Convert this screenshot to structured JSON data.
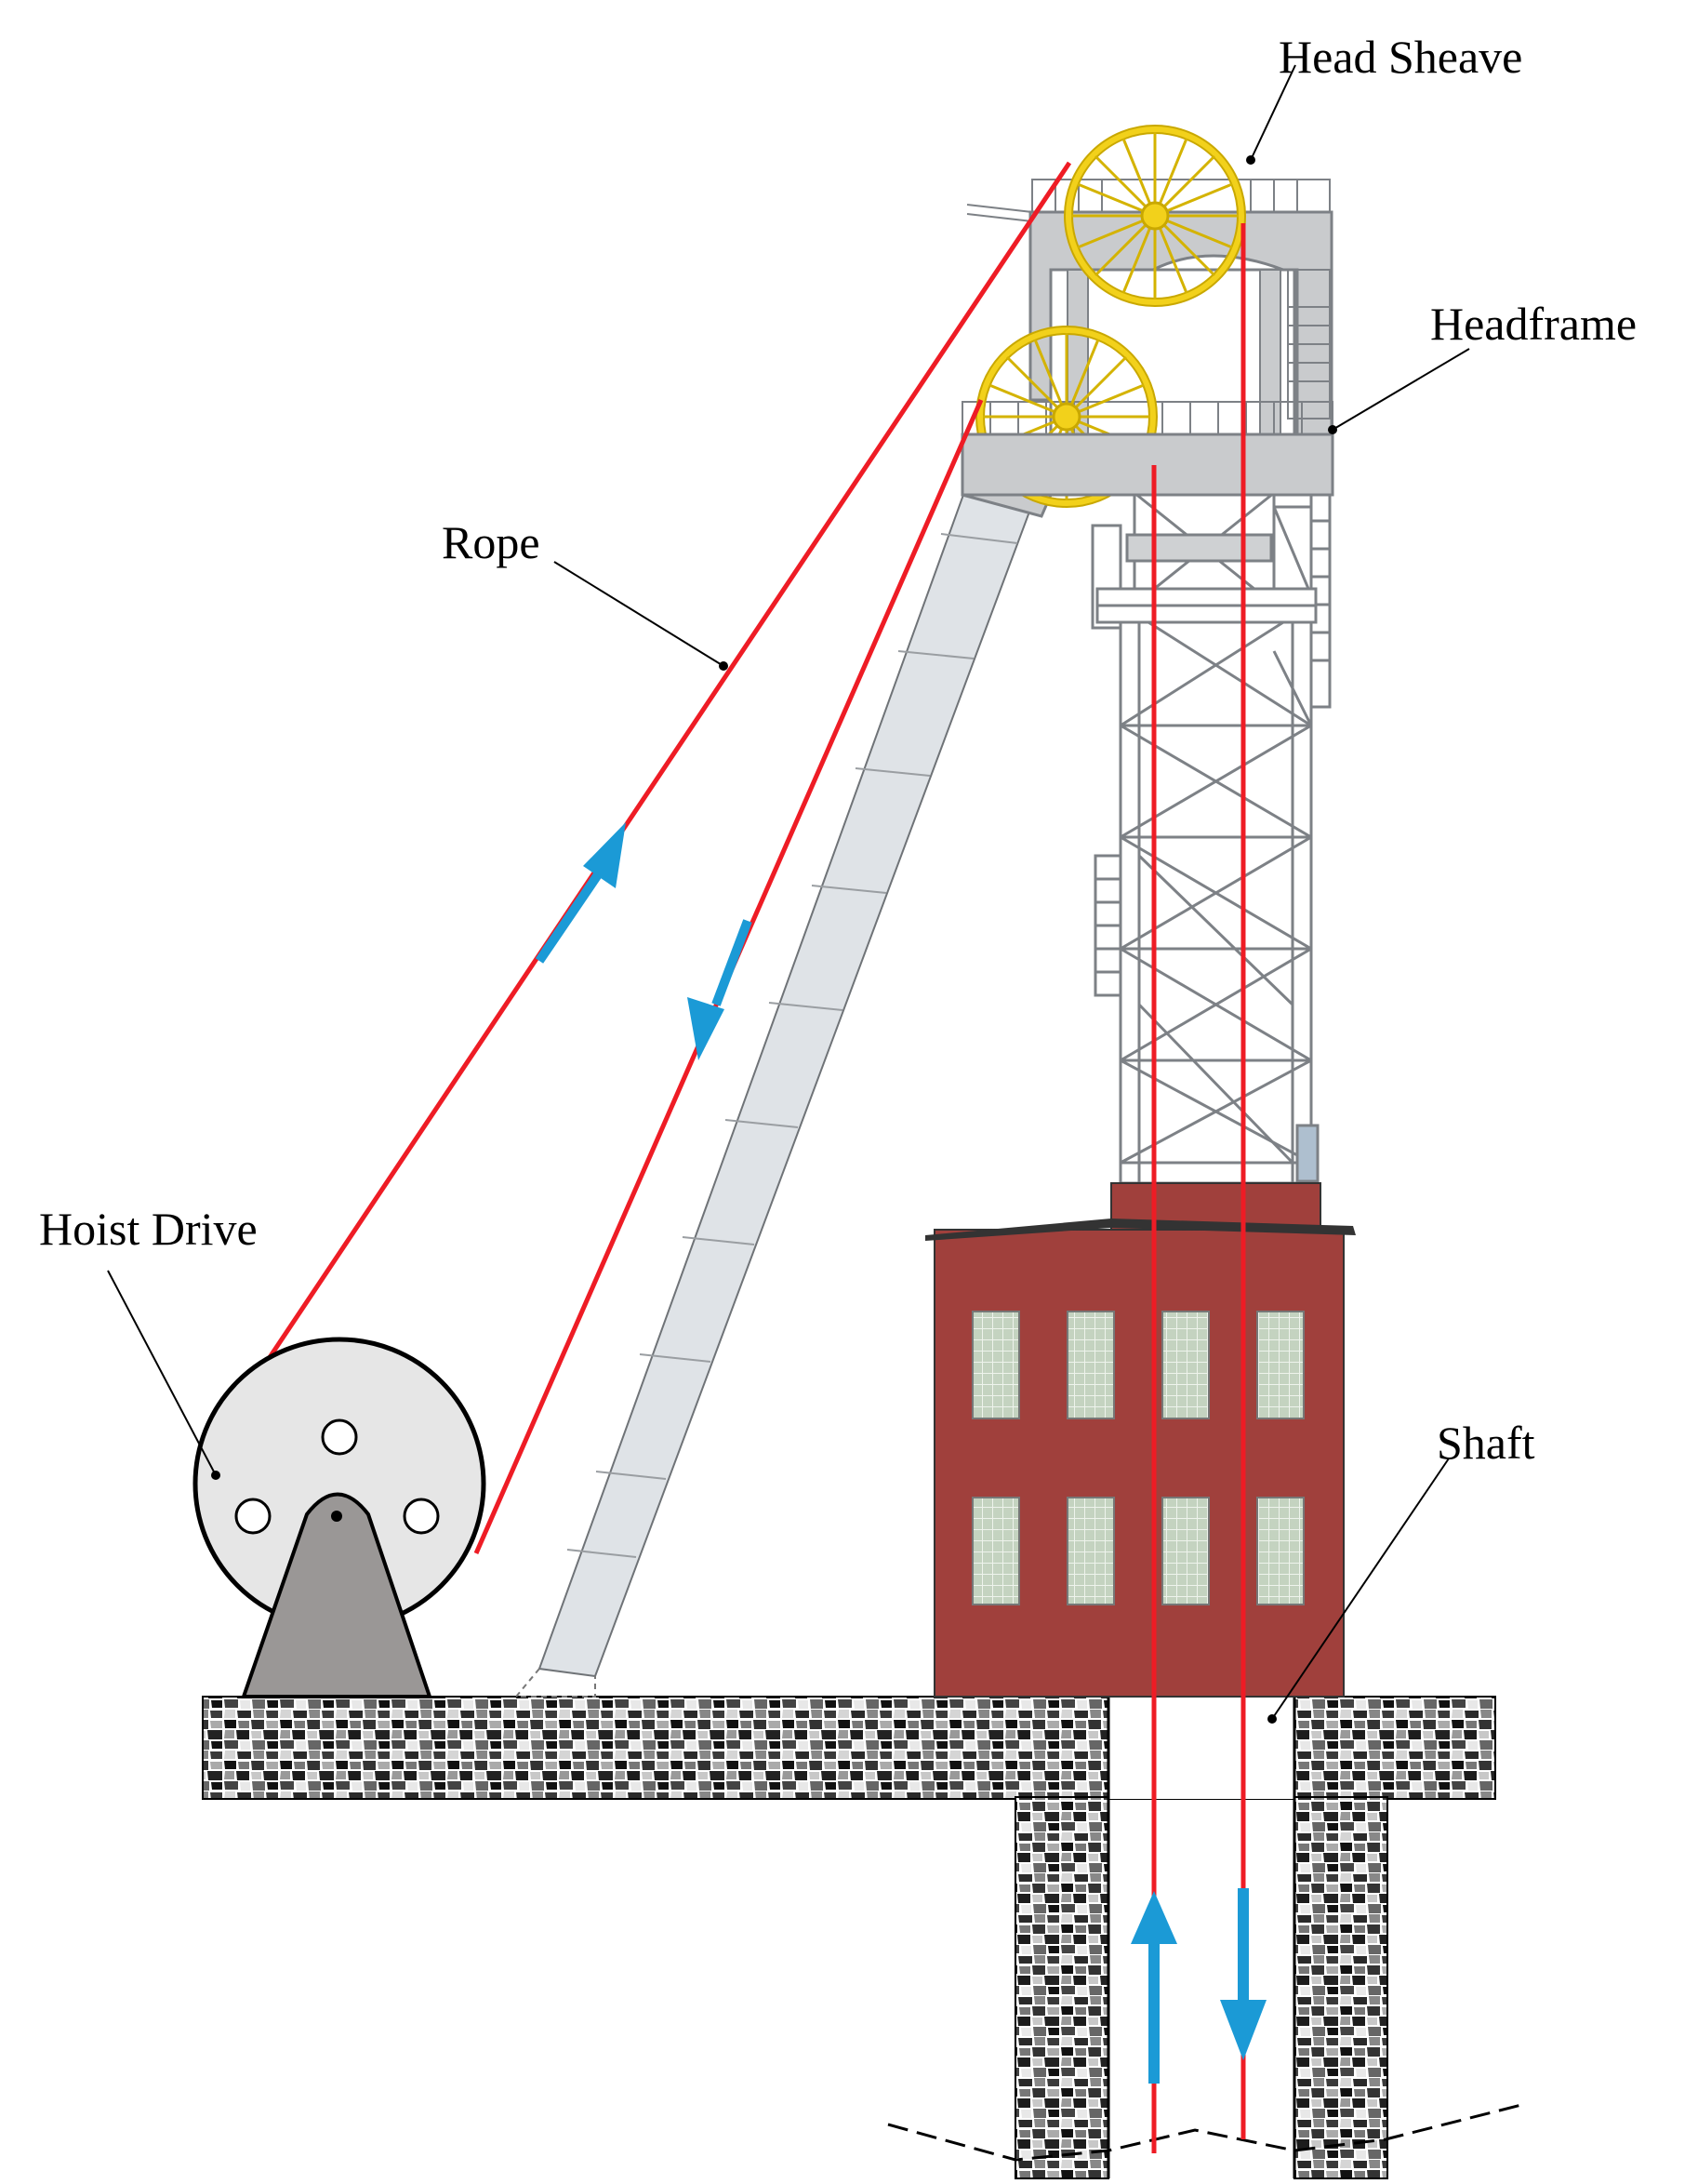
{
  "labels": {
    "head_sheave": "Head Sheave",
    "headframe": "Headframe",
    "rope": "Rope",
    "hoist_drive": "Hoist Drive",
    "shaft": "Shaft"
  },
  "colors": {
    "rope": "#ee1c25",
    "arrow": "#1b9ad6",
    "sheave": "#f2d11b",
    "frame": "#c9cbcd",
    "building": "#a0403c",
    "ground_dark": "#1a1a1a",
    "drum": "#e6e6e6",
    "stand": "#9a9796",
    "conveyor": "#dfe3e7"
  },
  "icons": [
    "up-arrow-icon",
    "down-arrow-icon",
    "leader-line"
  ]
}
